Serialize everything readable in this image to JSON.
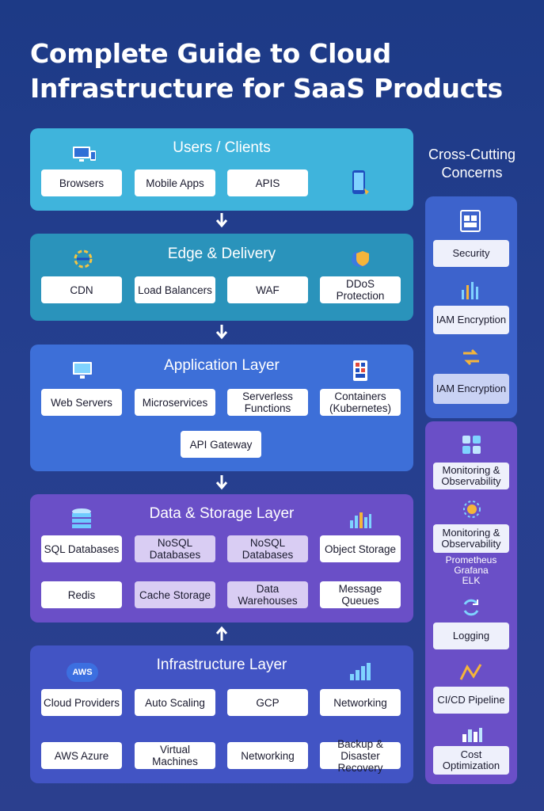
{
  "title_line1": "Complete Guide to Cloud",
  "title_line2": "Infrastructure for SaaS Products",
  "layers": {
    "users": {
      "title": "Users / Clients",
      "items": [
        "Browsers",
        "Mobile Apps",
        "APIS"
      ],
      "color": "#3fb4dc"
    },
    "edge": {
      "title": "Edge & Delivery",
      "items": [
        "CDN",
        "Load Balancers",
        "WAF",
        "DDoS Protection"
      ],
      "color": "#2a93bb"
    },
    "app": {
      "title": "Application Layer",
      "items": [
        "Web Servers",
        "Microservices",
        "Serverless Functions",
        "Containers (Kubernetes)",
        "API Gateway"
      ],
      "color": "#3d6fd8"
    },
    "data": {
      "title": "Data & Storage Layer",
      "items": [
        "SQL Databases",
        "NoSQL Databases",
        "NoSQL Databases",
        "Object Storage",
        "Redis",
        "Cache Storage",
        "Data Warehouses",
        "Message Queues"
      ],
      "color": "#6a4fc7"
    },
    "infra": {
      "title": "Infrastructure Layer",
      "items": [
        "Cloud Providers",
        "Auto Scaling",
        "GCP",
        "Networking",
        "AWS Azure",
        "Virtual Machines",
        "Networking",
        "Backup & Disaster Recovery"
      ],
      "color": "#4254c4",
      "badge": "AWS"
    }
  },
  "cross_cutting": {
    "title": "Cross-Cutting Concerns",
    "security_items": [
      "Security",
      "IAM Encryption",
      "IAM Encryption"
    ],
    "ops_items": [
      "Monitoring & Observability",
      "Monitoring & Observability",
      "Logging",
      "CI/CD Pipeline",
      "Cost Optimization"
    ],
    "tools": [
      "Prometheus",
      "Grafana",
      "ELK"
    ]
  }
}
